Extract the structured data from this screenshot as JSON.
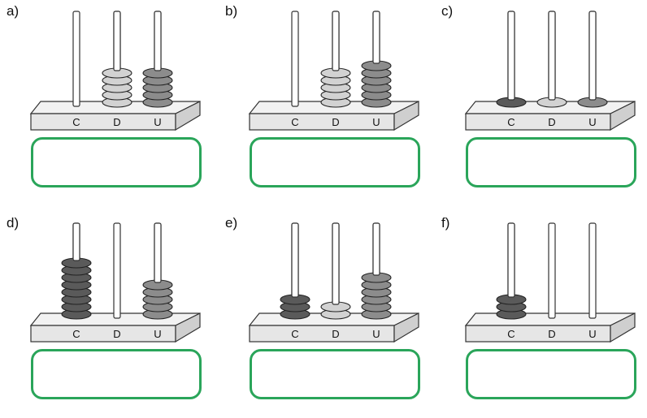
{
  "colors": {
    "bead_c": "#5a5a5a",
    "bead_d": "#d2d2d2",
    "bead_u": "#8c8c8c",
    "answer_box_border": "#2aa55a"
  },
  "column_labels": [
    "C",
    "D",
    "U"
  ],
  "panels": [
    {
      "label": "a)",
      "beads": {
        "C": 0,
        "D": 5,
        "U": 5
      }
    },
    {
      "label": "b)",
      "beads": {
        "C": 0,
        "D": 5,
        "U": 6
      }
    },
    {
      "label": "c)",
      "beads": {
        "C": 1,
        "D": 1,
        "U": 1
      }
    },
    {
      "label": "d)",
      "beads": {
        "C": 8,
        "D": 0,
        "U": 5
      }
    },
    {
      "label": "e)",
      "beads": {
        "C": 3,
        "D": 2,
        "U": 6
      }
    },
    {
      "label": "f)",
      "beads": {
        "C": 3,
        "D": 0,
        "U": 0
      }
    }
  ]
}
